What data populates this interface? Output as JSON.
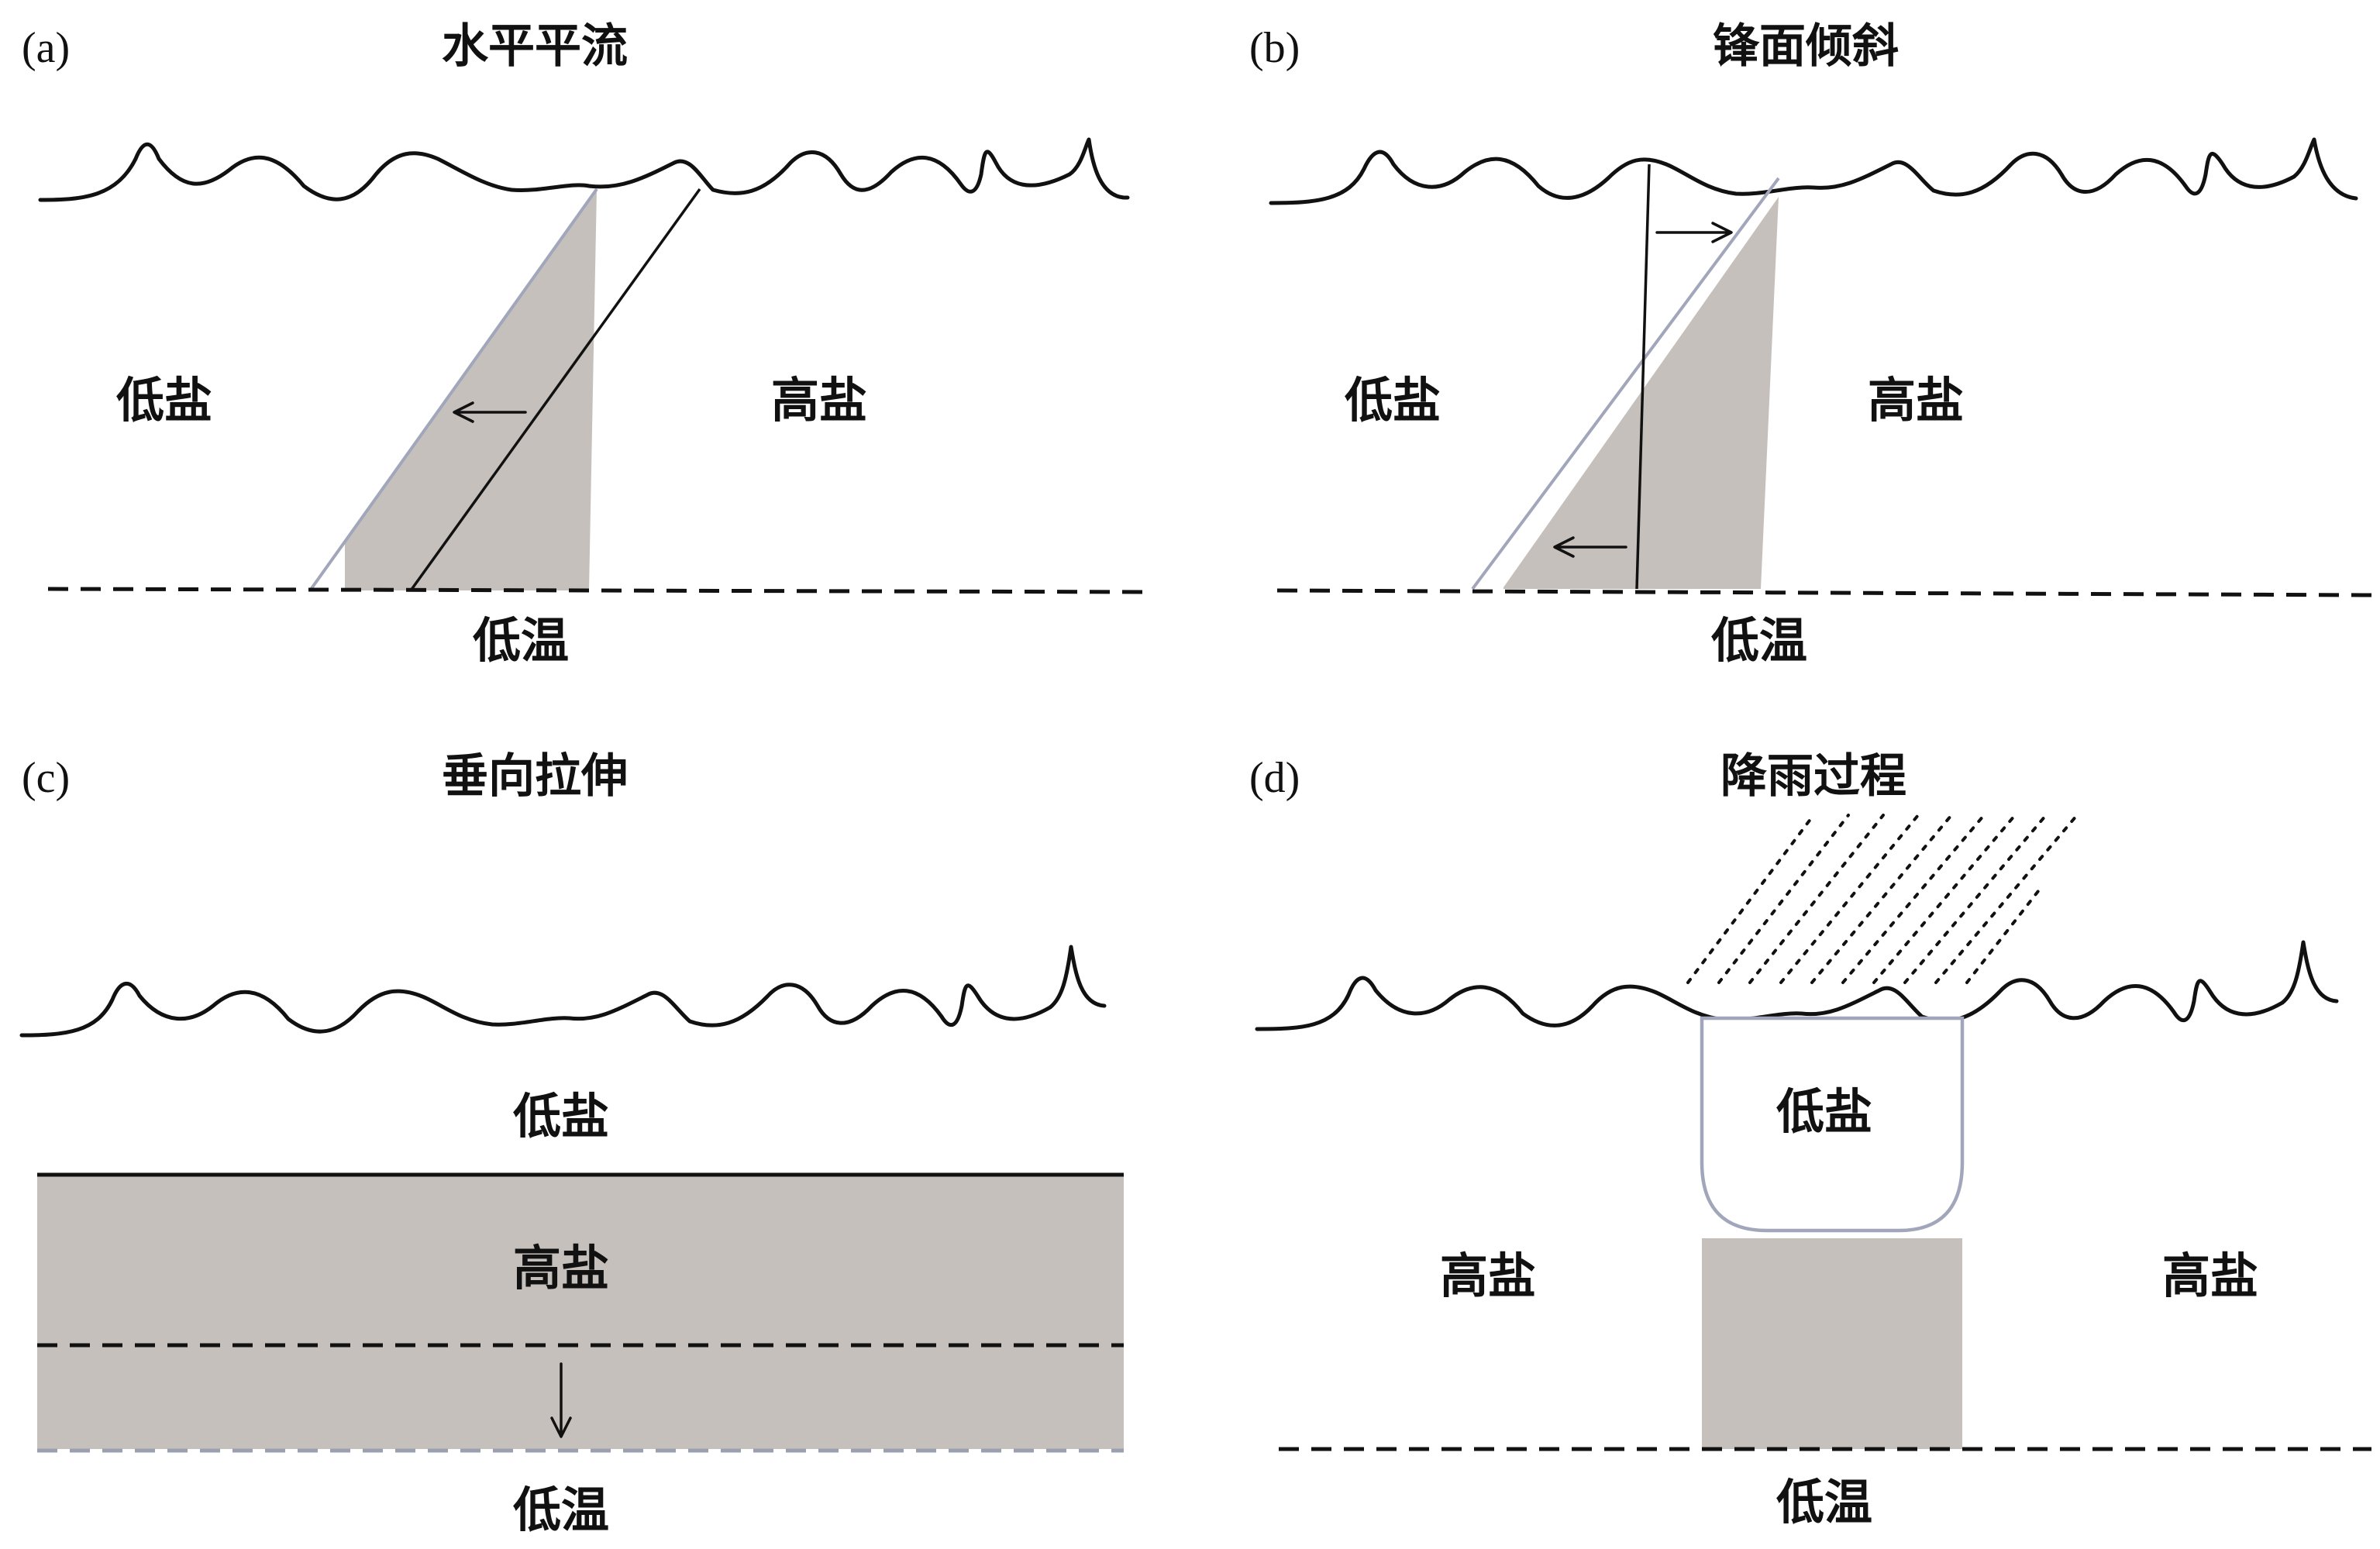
{
  "panels": [
    {
      "id": "a",
      "letter": "(a)",
      "title": "水平平流",
      "labels": {
        "left": "低盐",
        "right": "高盐",
        "bottom": "低温"
      }
    },
    {
      "id": "b",
      "letter": "(b)",
      "title": "锋面倾斜",
      "labels": {
        "left": "低盐",
        "right": "高盐",
        "bottom": "低温"
      }
    },
    {
      "id": "c",
      "letter": "(c)",
      "title": "垂向拉伸",
      "labels": {
        "top": "低盐",
        "middle": "高盐",
        "bottom": "低温"
      }
    },
    {
      "id": "d",
      "letter": "(d)",
      "title": "降雨过程",
      "labels": {
        "center": "低盐",
        "left": "高盐",
        "right": "高盐",
        "bottom": "低温"
      }
    }
  ],
  "colors": {
    "shade": "#c6c0bc",
    "edge": "#a2a6bb",
    "ink": "#111111"
  }
}
